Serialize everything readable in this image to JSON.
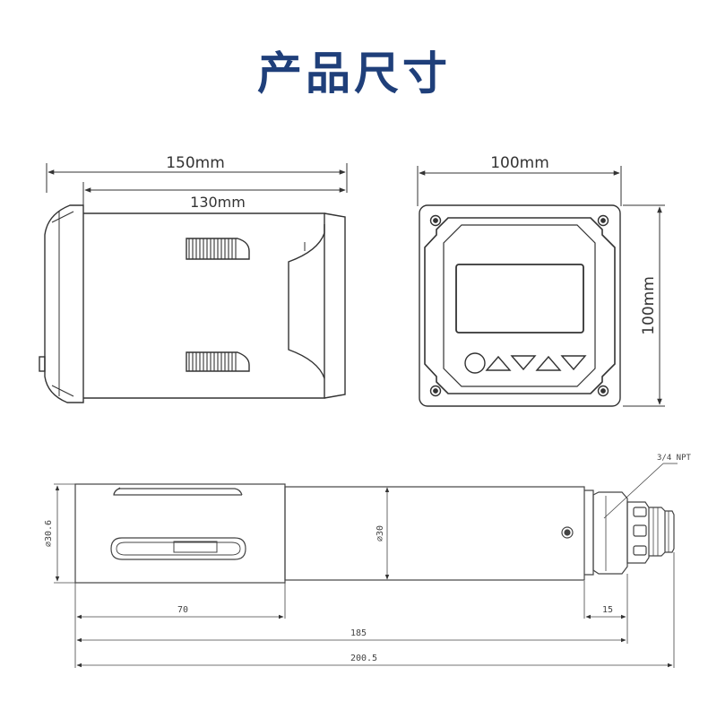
{
  "title": "产品尺寸",
  "side_view": {
    "total_width": "150mm",
    "body_width": "130mm"
  },
  "front_view": {
    "width": "100mm",
    "height": "100mm"
  },
  "sensor": {
    "thread_label": "3/4 NPT",
    "left_diameter": "∅30.6",
    "right_diameter": "∅30",
    "len_head": "70",
    "len_fitting": "15",
    "len_body": "185",
    "len_total": "200.5"
  }
}
